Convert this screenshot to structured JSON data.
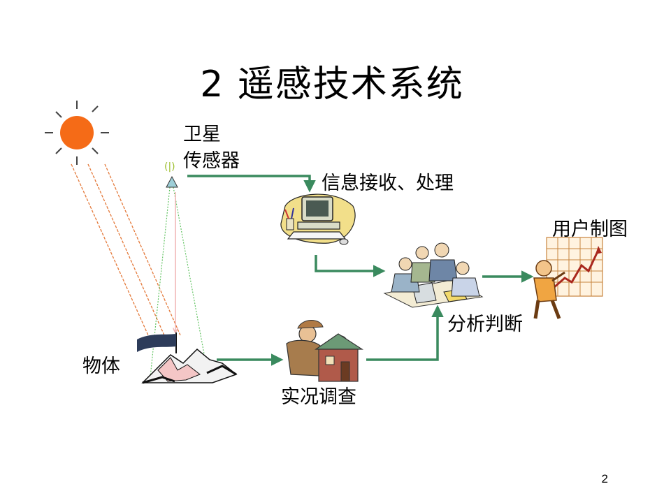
{
  "title": "2  遥感技术系统",
  "labels": {
    "satellite": "卫星",
    "sensor": "传感器",
    "receive": "信息接收、处理",
    "user_map": "用户制图",
    "analysis": "分析判断",
    "object": "物体",
    "survey": "实况调查"
  },
  "page_number": "2",
  "colors": {
    "flow_arrow": "#3a8a5e",
    "sun": "#f56b17",
    "sun_ray": "#e4793a",
    "sensor_beam": "#64c464",
    "reflect": "#f0b3b3"
  },
  "icons": [
    "sun-icon",
    "satellite-icon",
    "computer-icon",
    "meeting-icon",
    "presenter-chart-icon",
    "mountain-icon",
    "detective-house-icon"
  ]
}
